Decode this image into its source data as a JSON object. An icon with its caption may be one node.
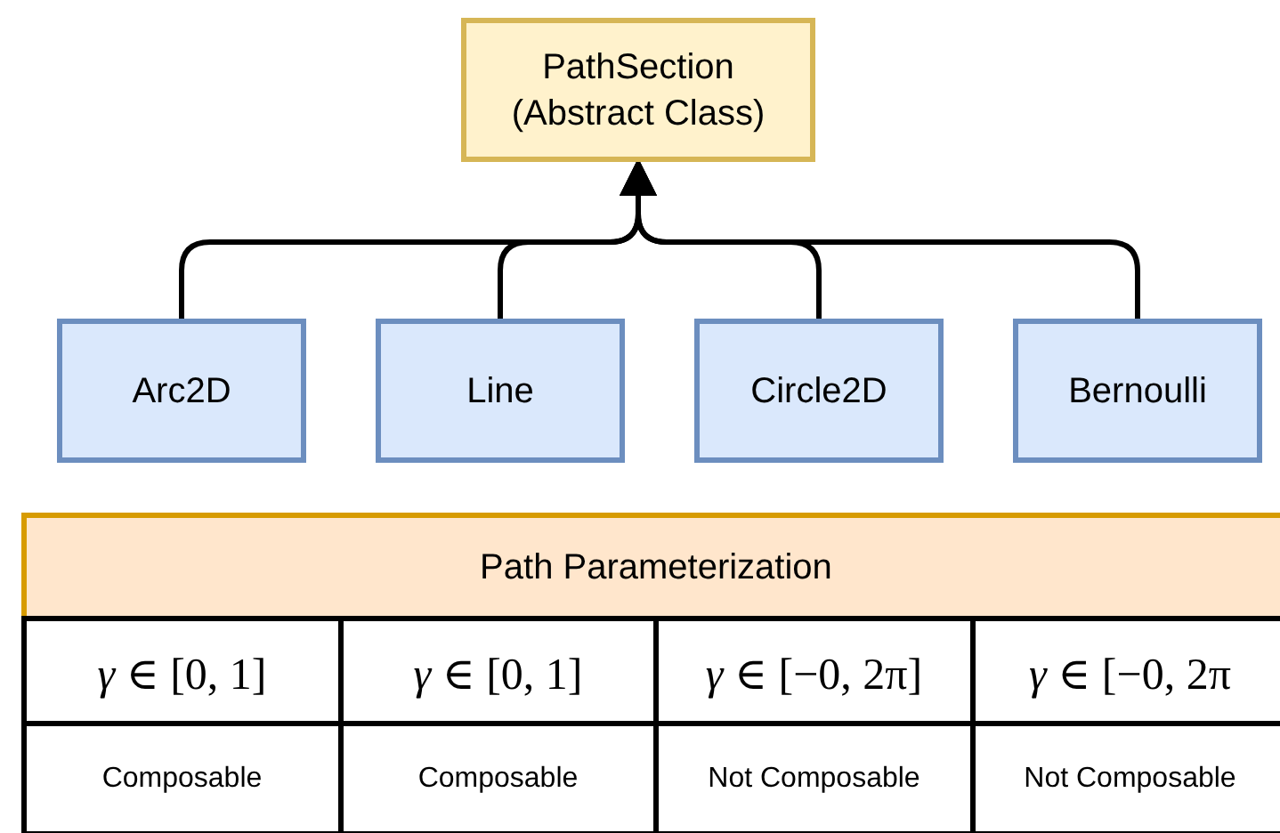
{
  "diagram": {
    "nodes": [
      {
        "text": [
          "PathSection (Abstract Class)"
        ]
      },
      {
        "text": [
          "Arc2D"
        ]
      },
      {
        "text": [
          "Line"
        ]
      },
      {
        "text": [
          "Circle2D"
        ]
      },
      {
        "text": [
          "Bernoulli"
        ]
      },
      {
        "text": [
          "Path Parameterization"
        ]
      }
    ],
    "edges": [
      {
        "from": 1,
        "to": 0,
        "arrow": "to"
      },
      {
        "from": 2,
        "to": 0,
        "arrow": "to"
      },
      {
        "from": 3,
        "to": 0,
        "arrow": "to"
      },
      {
        "from": 4,
        "to": 0,
        "arrow": "to"
      }
    ],
    "labels": [
      "*γ* ∈ [0, 1]",
      "*γ* ∈ [0, 1]",
      "*γ* ∈ [−0, 2π]",
      "*γ* ∈ [−0, 2π",
      "Composable",
      "Composable",
      "Not Composable",
      "Not Composable"
    ]
  }
}
